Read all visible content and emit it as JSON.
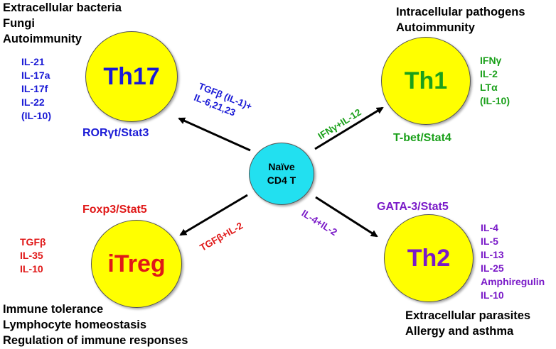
{
  "center": {
    "line1": "Naïve",
    "line2": "CD4 T"
  },
  "colors": {
    "th17": "#1a1ad6",
    "th1": "#1aa01a",
    "itreg": "#e01818",
    "th2": "#7a1ac8",
    "node": "#ffff00",
    "center": "#22e0f0"
  },
  "th17": {
    "name": "Th17",
    "functions": [
      "Extracellular bacteria",
      "Fungi",
      "Autoimmunity"
    ],
    "cytokines": [
      "IL-21",
      "IL-17a",
      "IL-17f",
      "IL-22",
      "(IL-10)"
    ],
    "tf": "RORγt/Stat3",
    "arrow_label_1": "TGFβ (IL-1)+",
    "arrow_label_2": "IL-6,21,23"
  },
  "th1": {
    "name": "Th1",
    "functions": [
      "Intracellular pathogens",
      "Autoimmunity"
    ],
    "cytokines": [
      "IFNγ",
      "IL-2",
      "LTα",
      "(IL-10)"
    ],
    "tf": "T-bet/Stat4",
    "arrow_label": "IFNγ+IL-12"
  },
  "itreg": {
    "name": "iTreg",
    "functions": [
      "Immune tolerance",
      "Lymphocyte homeostasis",
      "Regulation of immune responses"
    ],
    "cytokines": [
      "TGFβ",
      "IL-35",
      "IL-10"
    ],
    "tf": "Foxp3/Stat5",
    "arrow_label": "TGFβ+IL-2"
  },
  "th2": {
    "name": "Th2",
    "functions": [
      "Extracellular parasites",
      "Allergy and asthma"
    ],
    "cytokines": [
      "IL-4",
      "IL-5",
      "IL-13",
      "IL-25",
      "Amphiregulin",
      "IL-10"
    ],
    "tf": "GATA-3/Stat5",
    "arrow_label": "IL-4+IL-2"
  }
}
